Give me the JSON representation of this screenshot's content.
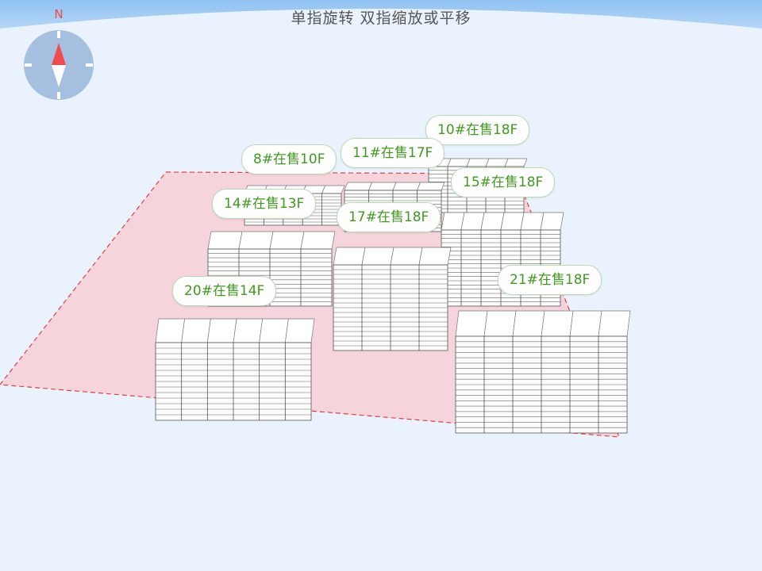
{
  "header": {
    "hint": "单指旋转 双指缩放或平移"
  },
  "compass": {
    "north_label": "N"
  },
  "buildings": [
    {
      "id": "10",
      "label": "10#在售18F"
    },
    {
      "id": "8",
      "label": "8#在售10F"
    },
    {
      "id": "11",
      "label": "11#在售17F"
    },
    {
      "id": "15",
      "label": "15#在售18F"
    },
    {
      "id": "14",
      "label": "14#在售13F"
    },
    {
      "id": "17",
      "label": "17#在售18F"
    },
    {
      "id": "21",
      "label": "21#在售18F"
    },
    {
      "id": "20",
      "label": "20#在售14F"
    }
  ],
  "colors": {
    "background": "#eaf3fd",
    "plot_fill": "#f5d4db",
    "plot_border": "#e0403e",
    "label_text": "#3f9a1f",
    "compass_bg": "#a4bfe0",
    "compass_needle_north": "#ef4d4d"
  }
}
